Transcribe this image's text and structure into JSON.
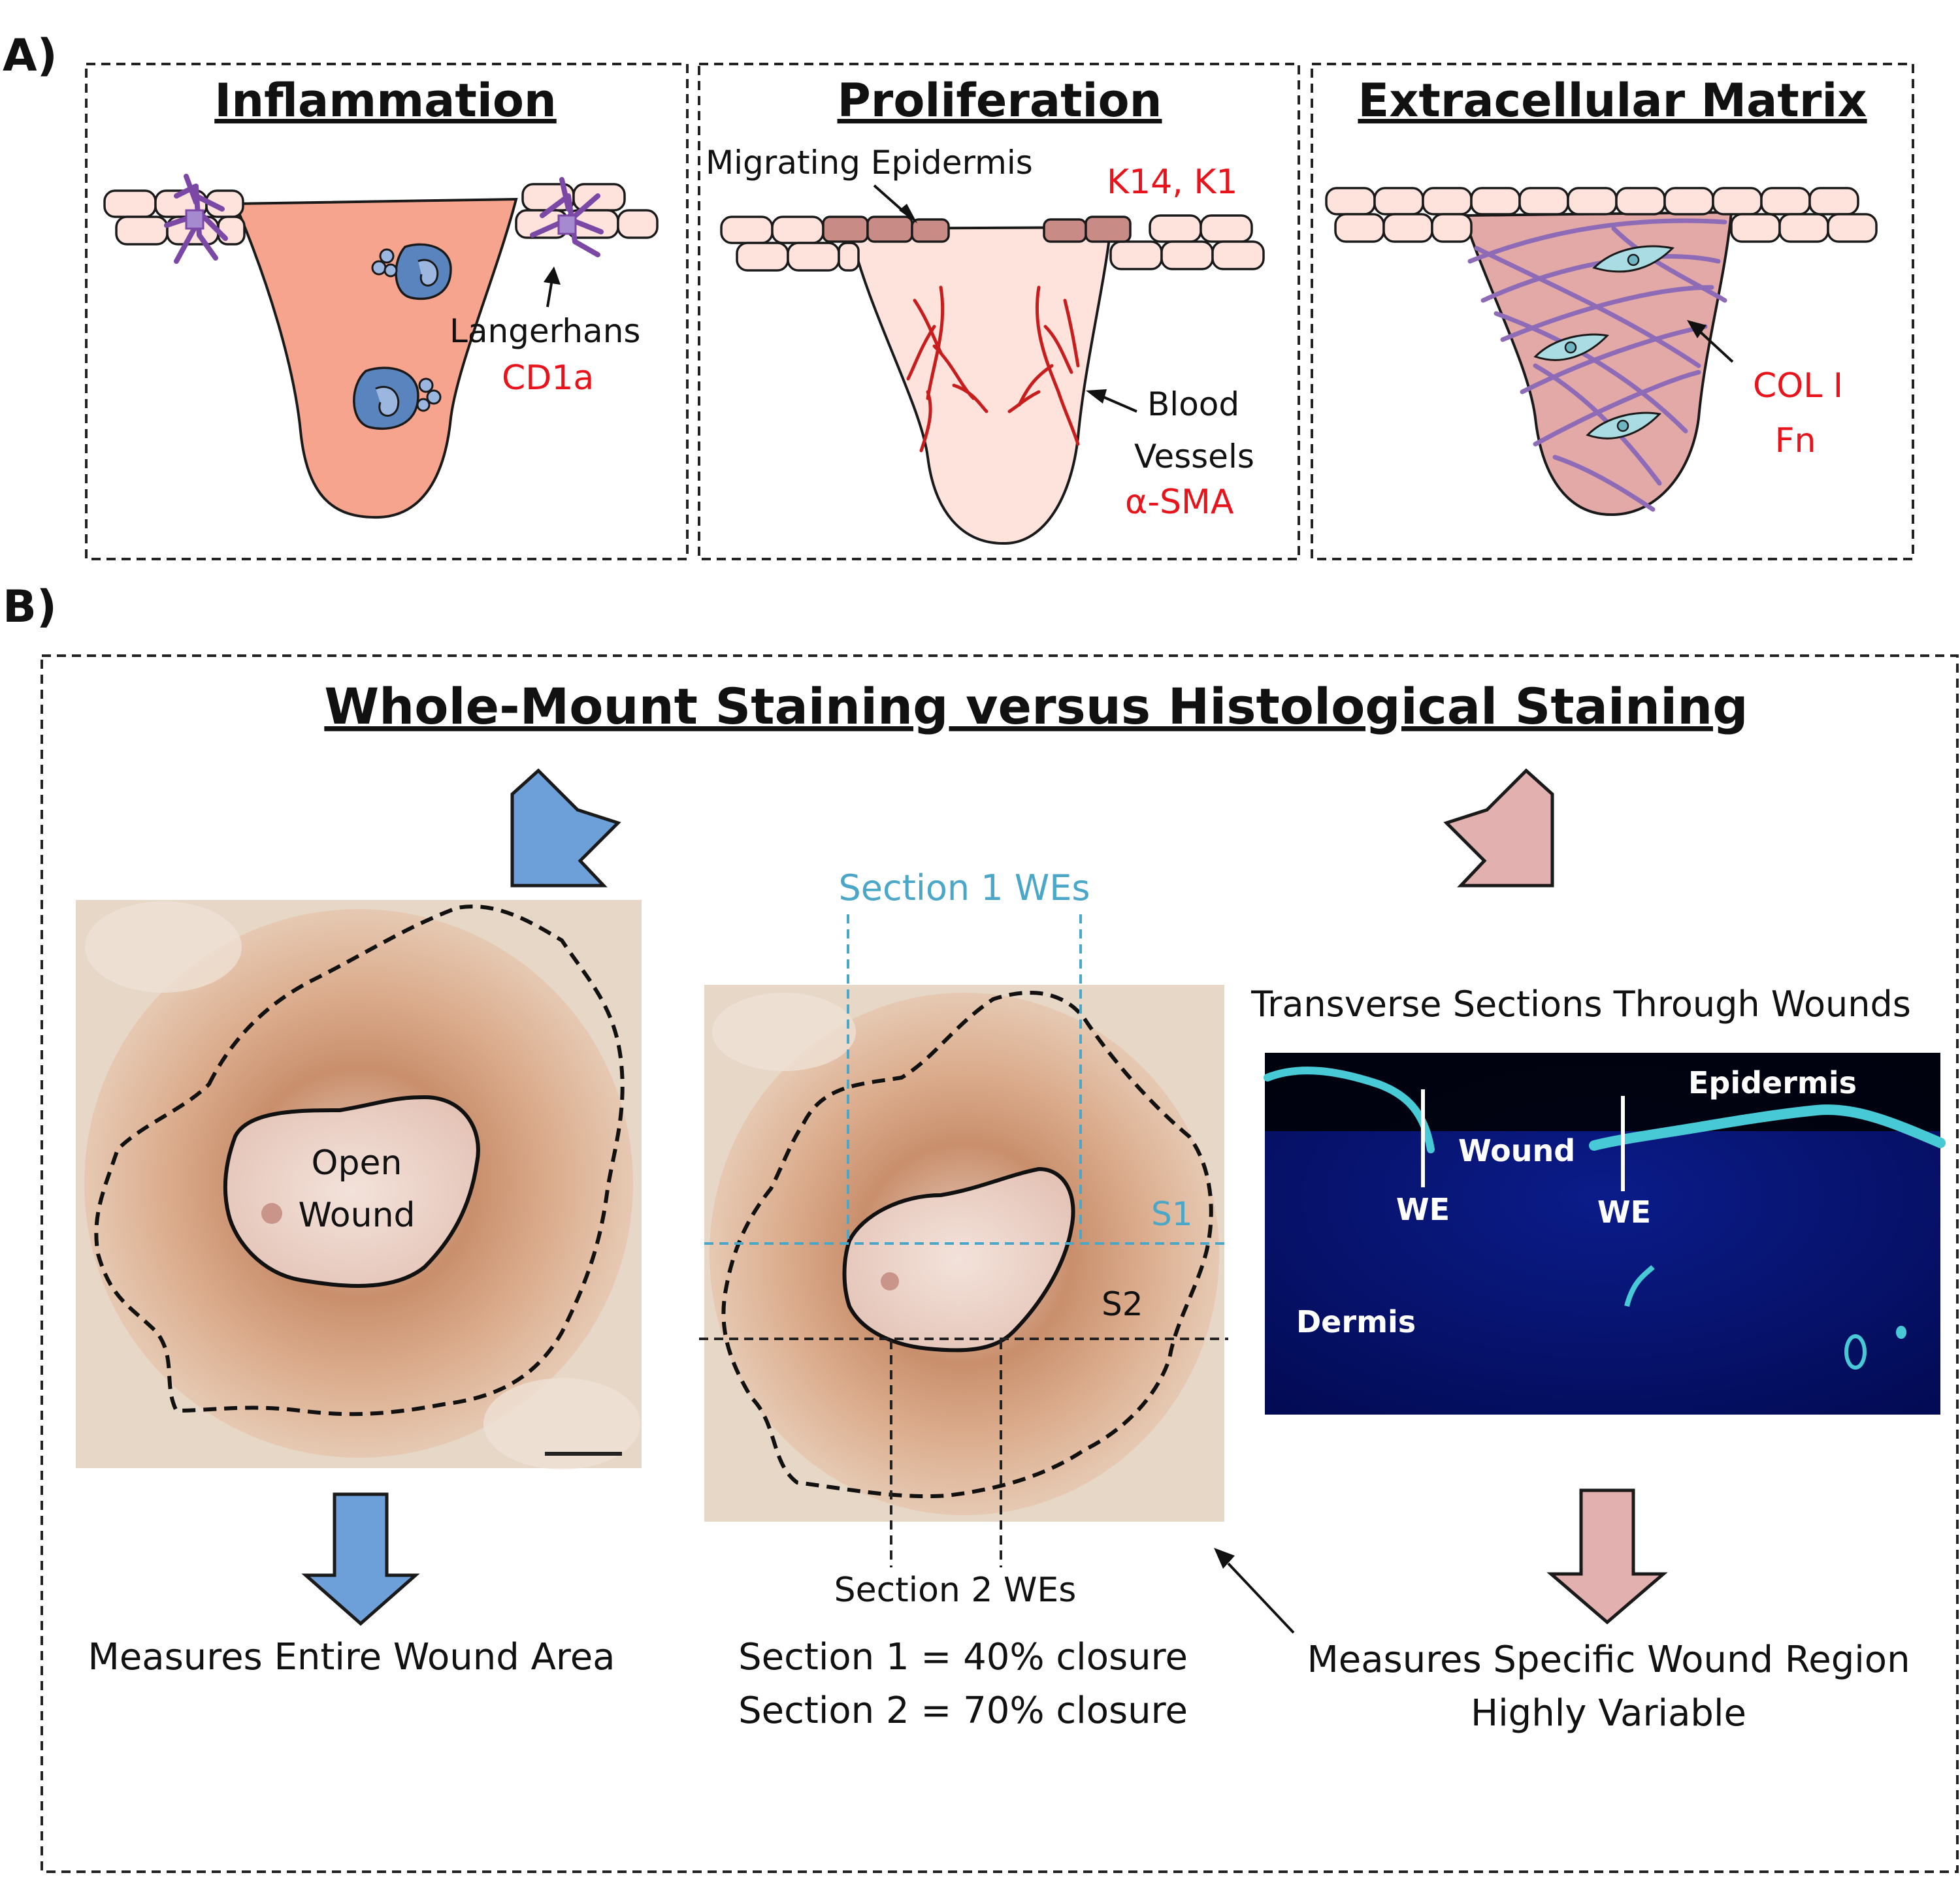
{
  "panel_a": {
    "letter": "A)",
    "inflammation": {
      "title": "Inflammation",
      "cell_label": "Langerhans",
      "marker": "CD1a"
    },
    "proliferation": {
      "title": "Proliferation",
      "epidermis_label": "Migrating Epidermis",
      "epidermis_markers": "K14, K1",
      "vessels_label_line1": "Blood",
      "vessels_label_line2": "Vessels",
      "vessels_marker": "α-SMA"
    },
    "ecm": {
      "title": "Extracellular Matrix",
      "marker_line1": "COL I",
      "marker_line2": "Fn"
    }
  },
  "panel_b": {
    "letter": "B)",
    "title": "Whole-Mount Staining versus Histological Staining",
    "open_wound_line1": "Open",
    "open_wound_line2": "Wound",
    "section1_label": "Section 1 WEs",
    "s1": "S1",
    "s2": "S2",
    "section2_label": "Section 2 WEs",
    "closure_line1": "Section 1 = 40% closure",
    "closure_line2": "Section 2 = 70% closure",
    "transverse_title": "Transverse Sections Through Wounds",
    "histo": {
      "epidermis": "Epidermis",
      "wound": "Wound",
      "we_left": "WE",
      "we_right": "WE",
      "dermis": "Dermis"
    },
    "left_result": "Measures Entire Wound Area",
    "right_result_line1": "Measures Specific Wound Region",
    "right_result_line2": "Highly Variable"
  },
  "colors": {
    "inflammation_fill": "#f7a48f",
    "epidermis_cell": "#fde3dc",
    "langerhans": "#7b48a6",
    "immune_cell": "#5a84bd",
    "migrating_epidermis": "#c98b86",
    "vessel": "#c81d1d",
    "ecm_fill": "#e2a9a7",
    "fiber": "#8d6bb6",
    "fibroblast": "#a9dce3",
    "arrow_blue": "#6d9fd8",
    "arrow_pink": "#e2b0ae",
    "marker_red": "#e8131b",
    "section_cyan": "#4aa7c7",
    "histo_bg": "#020a4a"
  }
}
